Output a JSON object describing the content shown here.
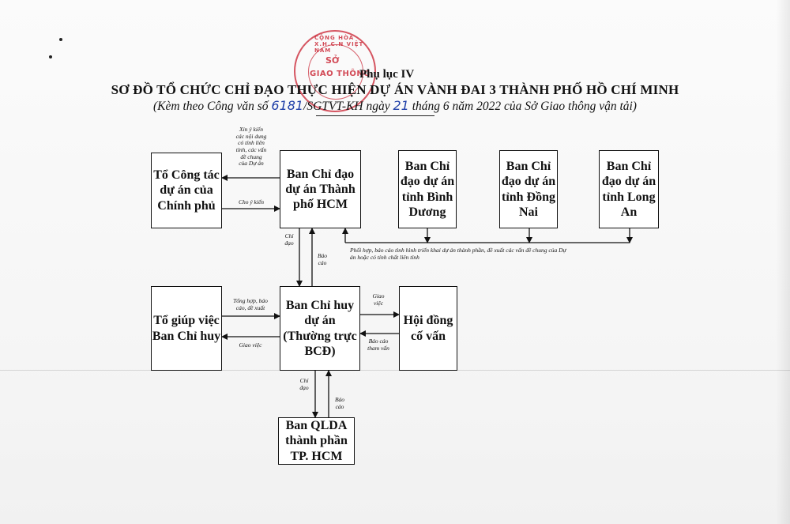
{
  "header": {
    "phu_luc": "Phụ lục IV",
    "title": "SƠ ĐỒ TỔ CHỨC CHỈ ĐẠO THỰC HIỆN DỰ ÁN VÀNH ĐAI 3 THÀNH PHỐ HỒ CHÍ MINH",
    "subtitle_pre": "(Kèm theo Công văn số ",
    "doc_number": "6181",
    "subtitle_mid": "/SGTVT-KH ngày ",
    "doc_day": "21",
    "subtitle_post": " tháng 6 năm 2022 của Sở Giao thông vận tải)"
  },
  "stamp": {
    "center_top": "SỞ",
    "center_bottom": "GIAO THÔNG",
    "ring": "CỘNG HÒA X.H.C.N VIỆT NAM"
  },
  "boxes": {
    "to_cong_tac": "Tổ Công tác dự án của Chính phủ",
    "bcd_hcm": "Ban Chỉ đạo dự án Thành phố HCM",
    "bcd_binh_duong": "Ban Chỉ đạo dự án tỉnh Bình Dương",
    "bcd_dong_nai": "Ban Chỉ đạo dự án tỉnh Đồng Nai",
    "bcd_long_an": "Ban Chỉ đạo dự án tỉnh Long An",
    "to_giup_viec": "Tổ giúp việc Ban Chỉ huy",
    "ban_chi_huy": "Ban Chỉ huy dự án (Thường trực BCĐ)",
    "hoi_dong": "Hội đồng cố vấn",
    "ban_qlda": "Ban QLDA thành phần TP. HCM"
  },
  "labels": {
    "xin_y_kien": "Xin ý kiến\ncác nội dung\ncó tính liên\ntỉnh, các vấn\nđề chung\ncủa Dự án",
    "cho_y_kien": "Cho ý kiến",
    "chi_dao_1": "Chỉ\nđạo",
    "bao_cao_1": "Báo\ncáo",
    "phoi_hop": "Phối hợp, báo cáo tình hình triển khai dự án thành phần, đề xuất các vấn đề chung của Dự\nán hoặc có tính chất liên tỉnh",
    "tong_hop": "Tổng hợp, báo\ncáo, đề xuất",
    "giao_viec_1": "Giao việc",
    "giao_viec_2": "Giao\nviệc",
    "bao_cao_tham_van": "Báo cáo\ntham vấn",
    "chi_dao_2": "Chỉ\nđạo",
    "bao_cao_2": "Báo\ncáo"
  }
}
